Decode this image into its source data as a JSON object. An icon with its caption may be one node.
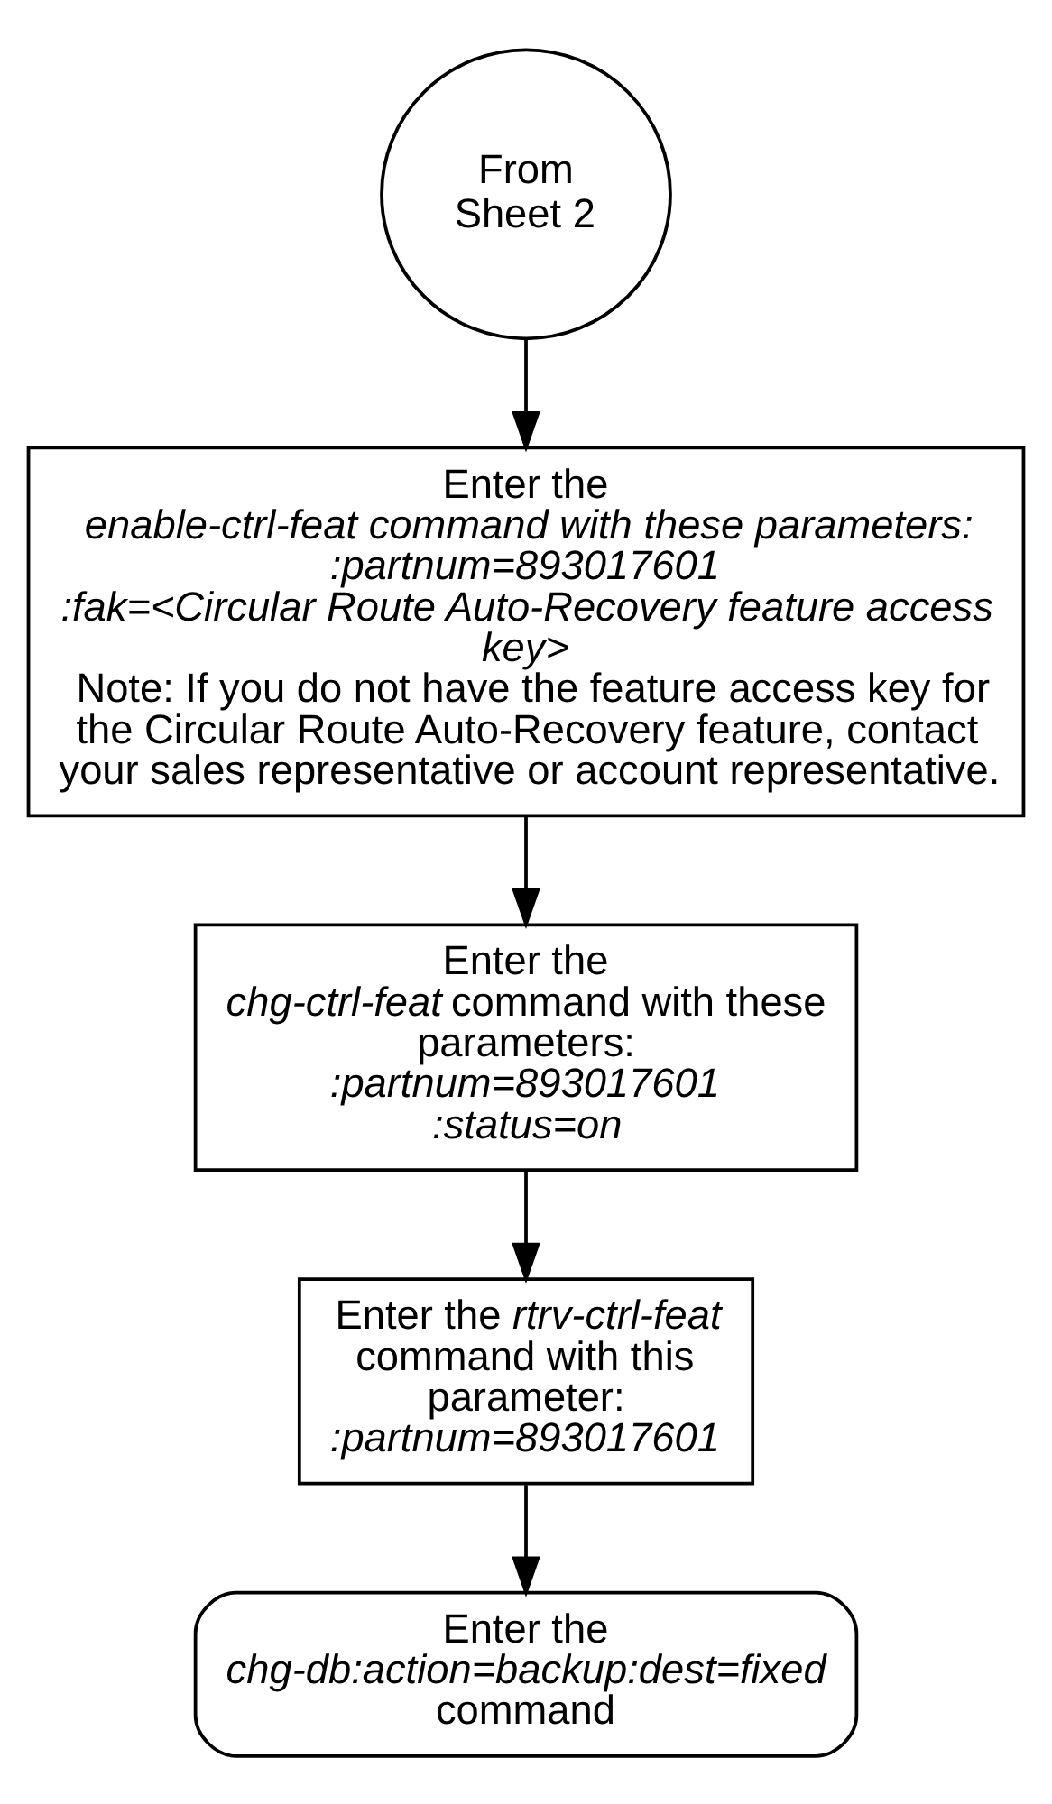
{
  "diagram": {
    "nodes": [
      {
        "text": [
          "From Sheet 2"
        ]
      },
      {
        "text": [
          "Enter the",
          "enable-ctrl-feat command with these parameters:",
          ":partnum=893017601",
          ":fak=<Circular Route Auto-Recovery feature access key>",
          "Note: If you do not have the feature access key for the Circular Route Auto-Recovery feature, contact your sales representative or account representative."
        ]
      },
      {
        "text": [
          "Enter the",
          "*chg-ctrl-feat* command with these parameters:",
          ":partnum=893017601",
          ":status=on"
        ]
      },
      {
        "text": [
          "Enter the *rtrv-ctrl-feat* command with this parameter:",
          ":partnum=893017601"
        ]
      },
      {
        "text": [
          "Enter the",
          "chg-db:action=backup:dest=fixed",
          "command"
        ]
      }
    ],
    "edges": [
      {
        "from": 0,
        "to": 1,
        "arrow": "to"
      },
      {
        "from": 1,
        "to": 2,
        "arrow": "to"
      },
      {
        "from": 2,
        "to": 3,
        "arrow": "to"
      },
      {
        "from": 3,
        "to": 4,
        "arrow": "to"
      }
    ]
  }
}
